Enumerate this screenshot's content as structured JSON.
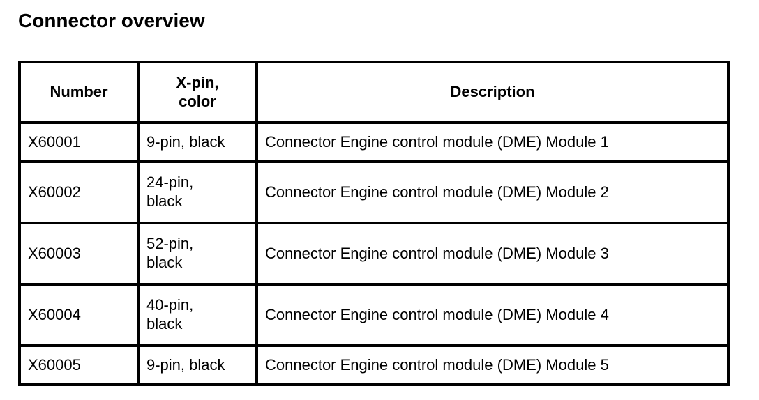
{
  "page": {
    "title": "Connector overview"
  },
  "table": {
    "headers": {
      "number": "Number",
      "pin_color": "X-pin,\ncolor",
      "description": "Description"
    },
    "rows": [
      {
        "number": "X60001",
        "pin_color": "9-pin, black",
        "description": "Connector Engine control module (DME) Module 1"
      },
      {
        "number": "X60002",
        "pin_color": "24-pin,\nblack",
        "description": "Connector Engine control module (DME) Module 2"
      },
      {
        "number": "X60003",
        "pin_color": "52-pin,\nblack",
        "description": "Connector Engine control module (DME) Module 3"
      },
      {
        "number": "X60004",
        "pin_color": "40-pin,\nblack",
        "description": "Connector Engine control module (DME) Module 4"
      },
      {
        "number": "X60005",
        "pin_color": "9-pin, black",
        "description": "Connector Engine control module (DME) Module 5"
      }
    ]
  },
  "colors": {
    "text": "#000000",
    "border": "#000000",
    "background": "#ffffff"
  }
}
